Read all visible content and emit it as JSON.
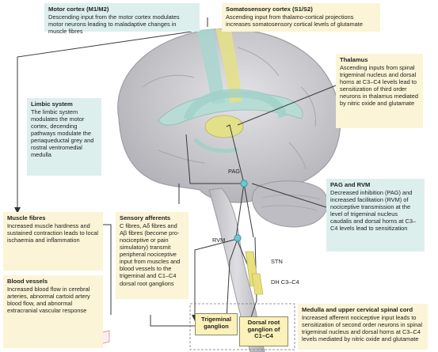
{
  "boxes": {
    "motor": {
      "title": "Motor cortex (M1/M2)",
      "body": "Descending input from the motor cortex modulates motor neurons leading to maladaptive changes in muscle fibres"
    },
    "somato": {
      "title": "Somatosensory cortex (S1/S2)",
      "body": "Ascending input from thalamo-cortical projections increases somatosensory cortical levels of glutamate"
    },
    "thalamus": {
      "title": "Thalamus",
      "body": "Ascending inputs from spinal trigeminal nucleus and dorsal horns at C3–C4 levels lead to sensitization of third order neurons in thalamus mediated by nitric oxide and glutamate"
    },
    "limbic": {
      "title": "Limbic system",
      "body": "The limbic system modulates the motor cortex, decending pathways modulate the periaqueductal grey and rostral ventromedial medulla"
    },
    "muscle": {
      "title": "Muscle fibres",
      "body": "Increased muscle hardness and sustained contraction leads to local ischaemia and inflammation"
    },
    "sensory": {
      "title": "Sensory afferents",
      "body": "C fibres, Aδ fibres and Aβ fibres (become pro-nociceptive or pain simulatory) transmit peripheral nociceptive input from muscles and blood vessels to the trigeminal and C1–C4 dorsal root ganglions"
    },
    "pag_rvm": {
      "title": "PAG and RVM",
      "body": "Decreased inhibition (PAG) and increased facilitation (RVM) of nociceptive transmission at the level of trigeminal nucleus caudalis and dorsal horns at C3–C4 levels lead to sensitization"
    },
    "blood": {
      "title": "Blood vessels",
      "body": "Increased blood flow in cerebral arteries, abnormal cartoid artery blood flow, and abnormal extracranial vascular response"
    },
    "medulla": {
      "title": "Medulla and upper cervical spinal cord",
      "body": "Increased afferent nociceptive input leads to sensitization of second order neurons in spinal trigeminal nucleus and dorsal horns at C3–C4 levels mediated by nitric oxide and glutamate"
    }
  },
  "labels": {
    "pag": "PAG",
    "rvm": "RVM",
    "stn": "STN",
    "dh": "DH C3–C4"
  },
  "ganglia": {
    "trigeminal": "Trigeminal ganglion",
    "drg": "Dorsal root ganglion of C1–C4"
  },
  "colors": {
    "teal_box": "#dcefed",
    "cream_box": "#fbf4d6",
    "brain": "#c9c9cd",
    "motor_region": "#a8d6cf",
    "somato_region": "#e3e08a",
    "node": "#6cc6d4"
  }
}
